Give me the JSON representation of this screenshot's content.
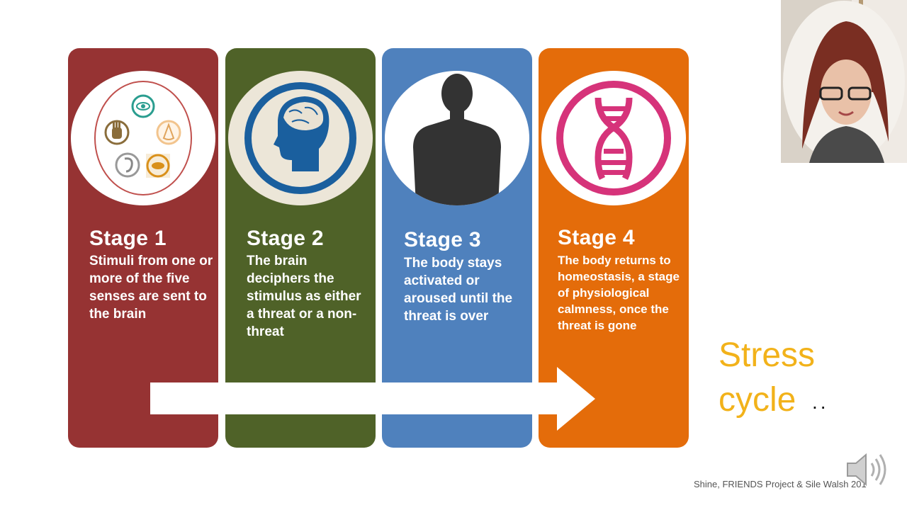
{
  "stages": [
    {
      "title": "Stage 1",
      "text": "Stimuli from one or more of the five senses are sent to the brain",
      "color": "#963333",
      "icon": "five-senses-icon"
    },
    {
      "title": "Stage 2",
      "text": "The brain deciphers the stimulus as either a threat or a non-threat",
      "color": "#4f6228",
      "icon": "brain-head-icon"
    },
    {
      "title": "Stage 3",
      "text": "The body stays activated or aroused until the threat is over",
      "color": "#4f81bd",
      "icon": "body-silhouette-icon"
    },
    {
      "title": "Stage 4",
      "text": "The body returns to homeostasis, a stage of physiological calmness, once the threat is gone",
      "color": "#e46c0a",
      "icon": "dna-icon"
    }
  ],
  "heading": {
    "line1": "Stress",
    "line2": "cycle",
    "dots": "..",
    "color": "#f2b21a"
  },
  "credit": "Shine, FRIENDS Project & Sile Walsh 201",
  "icons": {
    "arrow": "right-arrow-icon",
    "speaker": "speaker-icon",
    "webcam": "presenter-video"
  }
}
